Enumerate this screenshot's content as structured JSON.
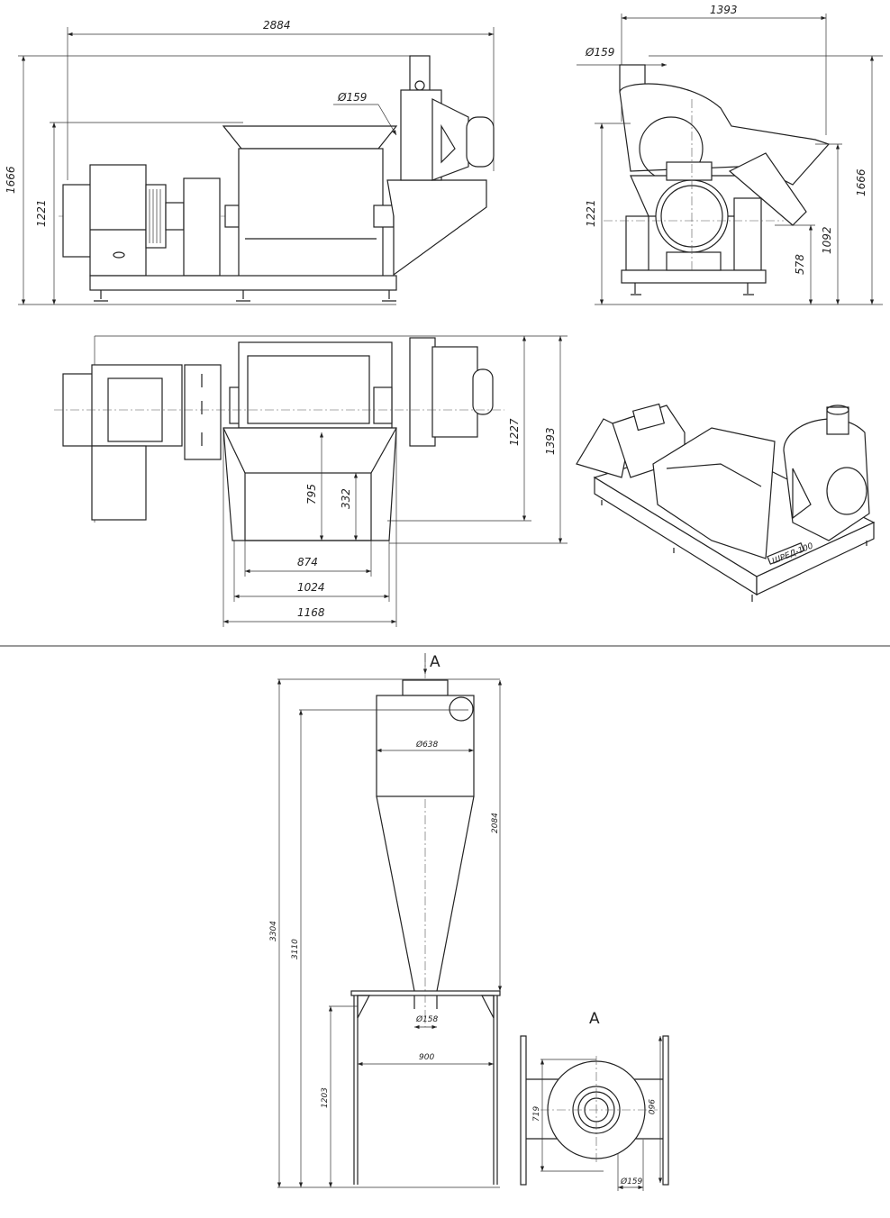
{
  "side_view": {
    "overall_length": "2884",
    "overall_height": "1666",
    "axis_height": "1221",
    "outlet_diameter": "Ø159"
  },
  "front_view": {
    "overall_width": "1393",
    "outlet_diameter": "Ø159",
    "axis_height": "1221",
    "overall_height": "1666",
    "hopper_height": "1092",
    "base_height": "578"
  },
  "top_view": {
    "hopper_length": "795",
    "inner_length": "332",
    "frame_depth": "1227",
    "overall_width": "1393",
    "inner_width": "874",
    "mid_width": "1024",
    "outer_width": "1168"
  },
  "iso_view": {
    "nameplate": "ШРЕД-100"
  },
  "cyclone": {
    "view_marker": "A",
    "total_height": "3304",
    "inlet_height": "3110",
    "body_height": "2084",
    "body_diameter": "Ø638",
    "outlet_diameter": "Ø158",
    "stand_width": "900",
    "stand_height": "1203"
  },
  "view_a": {
    "title": "A",
    "width": "719",
    "length": "960",
    "outlet_diameter": "Ø159"
  }
}
